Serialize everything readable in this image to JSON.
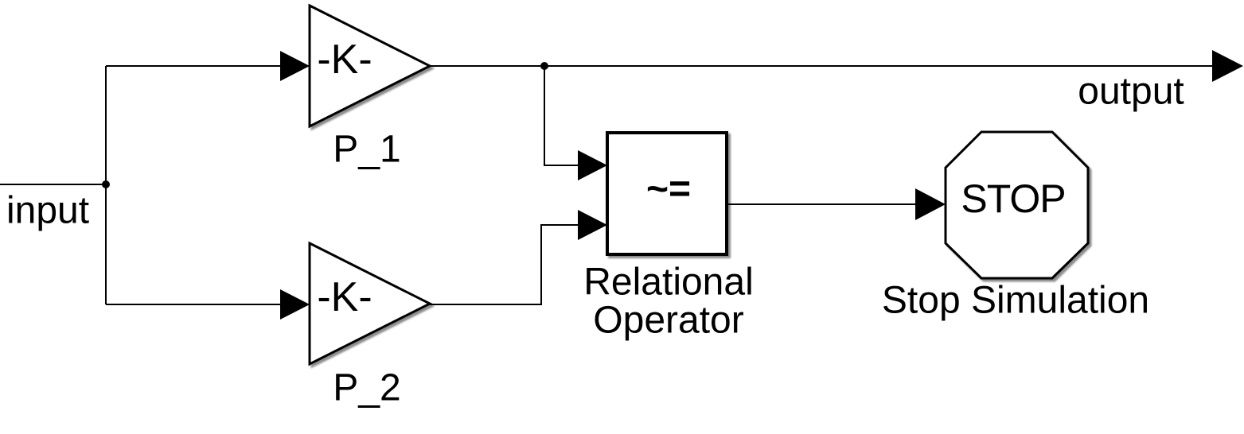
{
  "diagram": {
    "background_color": "#ffffff",
    "line_color": "#000000",
    "block_fill_color": "#ffffff",
    "input_label": "input",
    "output_label": "output",
    "blocks": {
      "gain_top": {
        "text": "-K-",
        "label": "P_1"
      },
      "gain_bottom": {
        "text": "-K-",
        "label": "P_2"
      },
      "relational_operator": {
        "text": "~=",
        "label_line1": "Relational",
        "label_line2": "Operator"
      },
      "stop_simulation": {
        "text": "STOP",
        "label": "Stop Simulation"
      }
    }
  }
}
